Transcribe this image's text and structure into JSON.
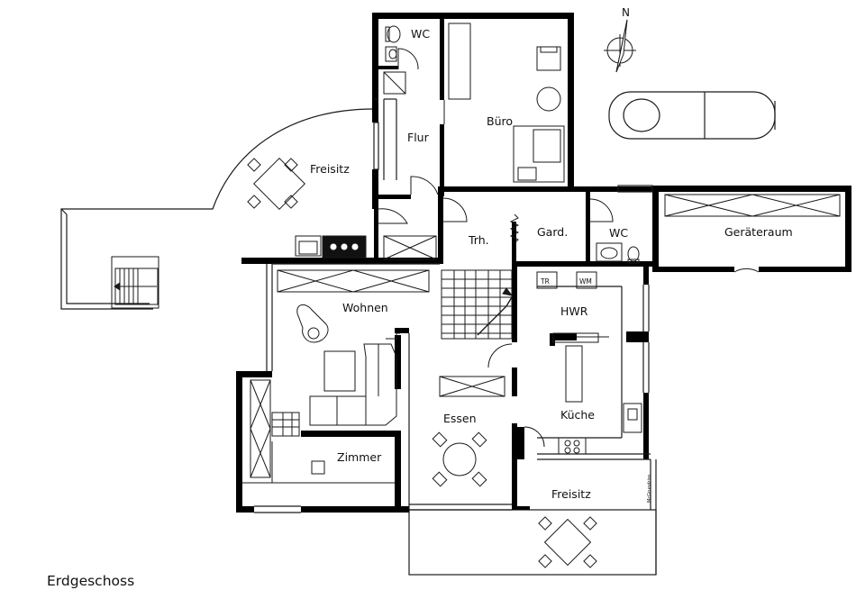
{
  "floor_plan": {
    "caption": "Erdgeschoss",
    "compass_label": "N",
    "credit": "McGrundriss",
    "rooms": {
      "wc_top": "WC",
      "buero": "Büro",
      "flur": "Flur",
      "freisitz_left": "Freisitz",
      "trh": "Trh.",
      "gard": "Gard.",
      "wc_right": "WC",
      "geraeteraum": "Geräteraum",
      "wohnen": "Wohnen",
      "hwr": "HWR",
      "essen": "Essen",
      "kueche": "Küche",
      "zimmer": "Zimmer",
      "freisitz_bottom": "Freisitz"
    },
    "appliances": {
      "dryer": "TR",
      "washer": "WM"
    },
    "colors": {
      "wall": "#000000",
      "line": "#1a1a1a",
      "background": "#ffffff"
    }
  }
}
